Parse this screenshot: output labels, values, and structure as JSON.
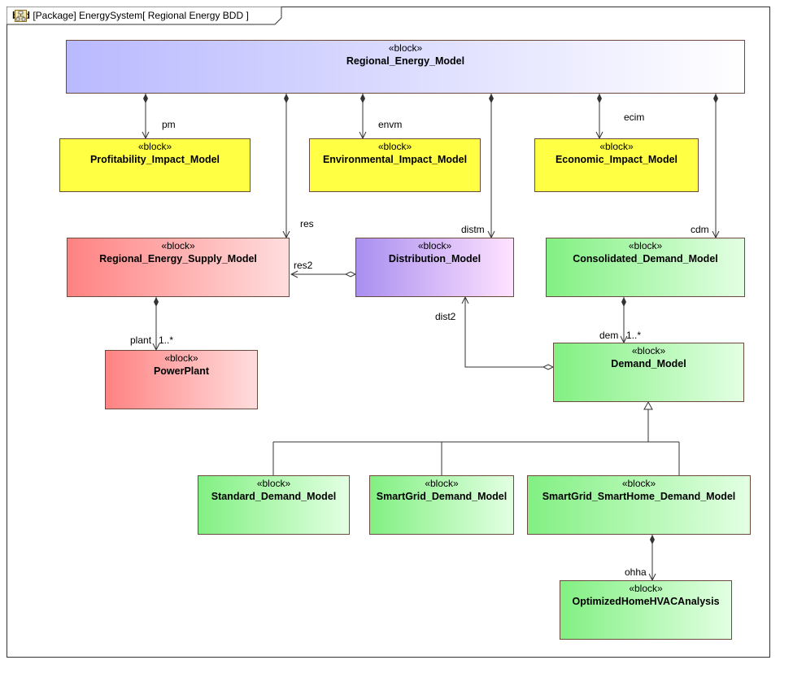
{
  "frame": {
    "keyword": "bdd",
    "package": "[Package] EnergySystem",
    "diagram_name": "Regional Energy BDD",
    "diagram_icon": "bdd-diagram-icon"
  },
  "stereotype": "«block»",
  "blocks": {
    "regional_energy_model": "Regional_Energy_Model",
    "profitability_impact_model": "Profitability_Impact_Model",
    "environmental_impact_model": "Environmental_Impact_Model",
    "economic_impact_model": "Economic_Impact_Model",
    "regional_energy_supply_model": "Regional_Energy_Supply_Model",
    "distribution_model": "Distribution_Model",
    "consolidated_demand_model": "Consolidated_Demand_Model",
    "power_plant": "PowerPlant",
    "demand_model": "Demand_Model",
    "standard_demand_model": "Standard_Demand_Model",
    "smartgrid_demand_model": "SmartGrid_Demand_Model",
    "smartgrid_smarthome_demand_model": "SmartGrid_SmartHome_Demand_Model",
    "optimized_home_hvac_analysis": "OptimizedHomeHVACAnalysis"
  },
  "roles": {
    "pm": "pm",
    "envm": "envm",
    "ecim": "ecim",
    "res": "res",
    "distm": "distm",
    "cdm": "cdm",
    "res2": "res2",
    "plant": "plant",
    "plant_mult": "1..*",
    "dist2": "dist2",
    "dem": "dem",
    "dem_mult": "1..*",
    "ohha": "ohha"
  },
  "colors": {
    "top_block": "#b9b9ff",
    "impact_blocks": "#ffff44",
    "supply_blocks": "#ff8282",
    "distribution_block": "#a98ff0",
    "demand_blocks": "#82f082",
    "border": "#6e4a3e"
  }
}
